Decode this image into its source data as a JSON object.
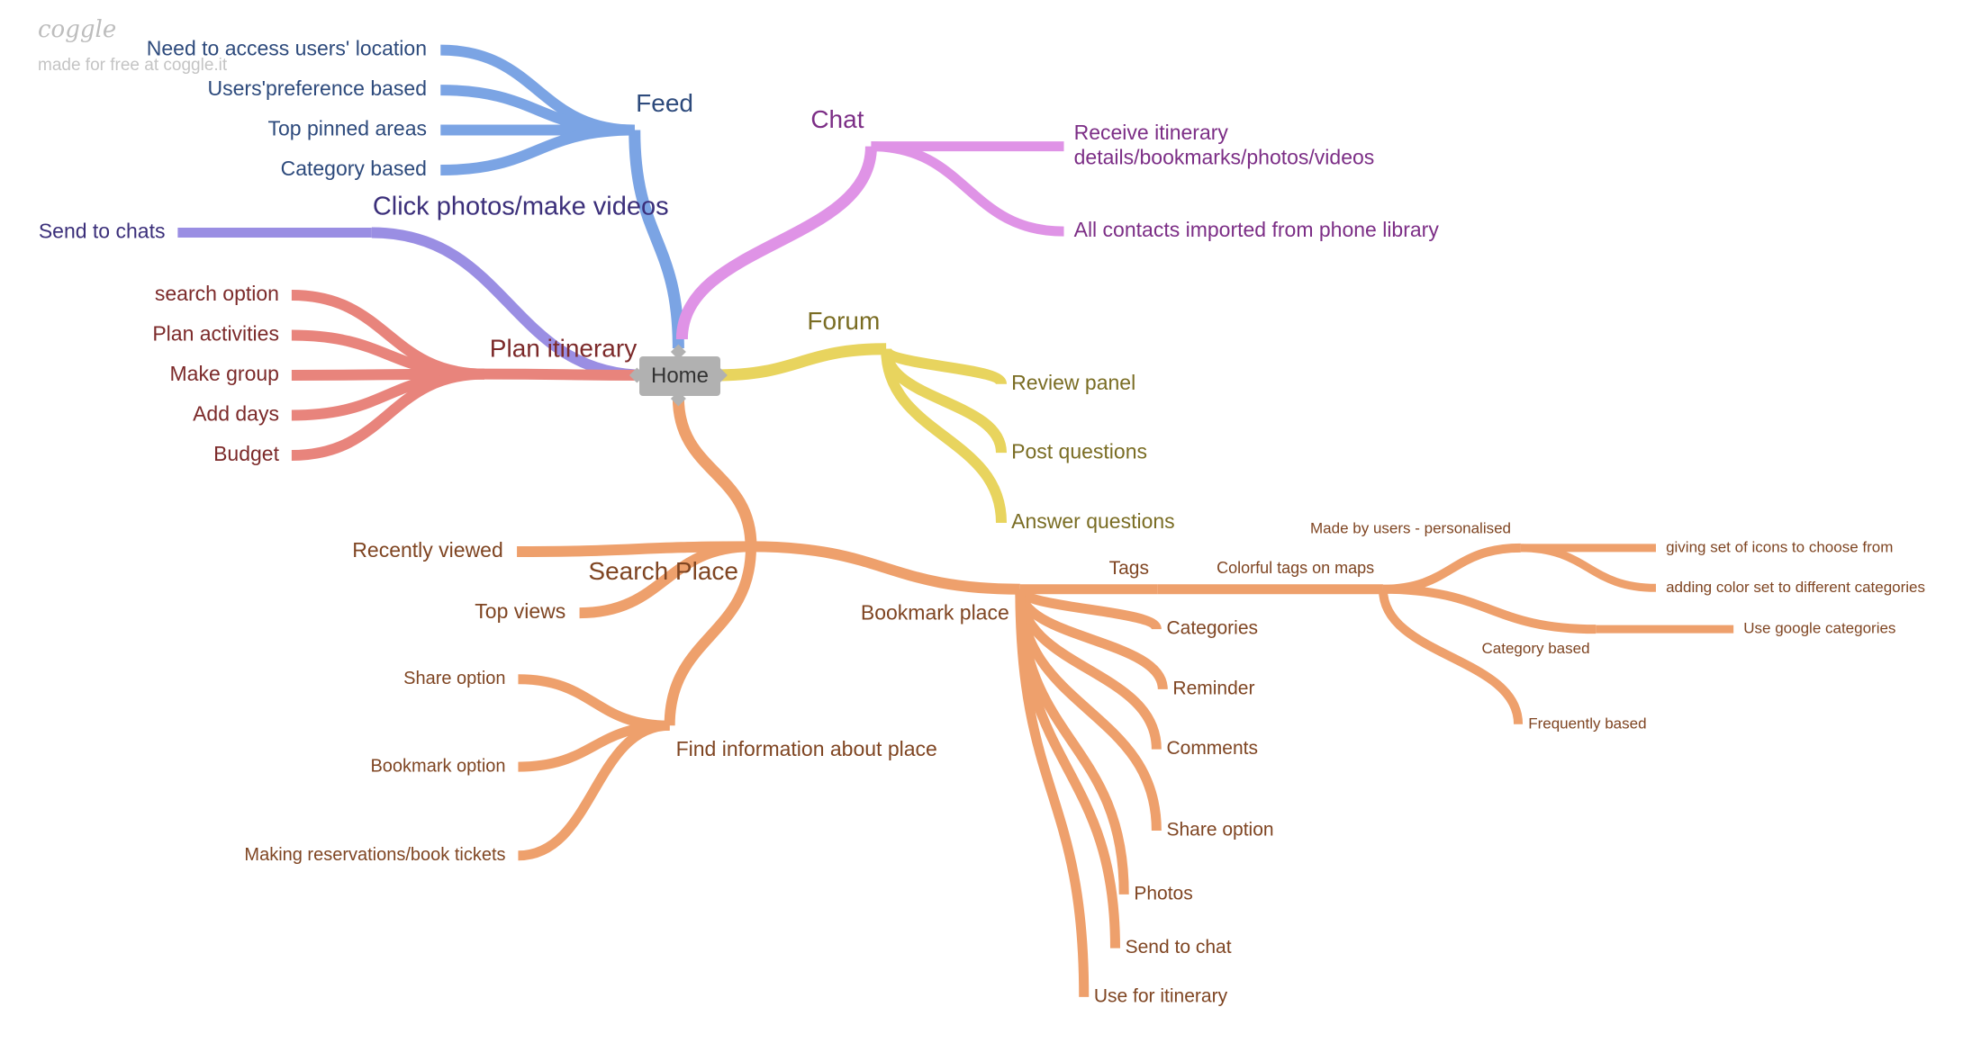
{
  "watermark": {
    "logo": "coggle",
    "text": "made for free at coggle.it"
  },
  "root": {
    "label": "Home",
    "color": "#b1b1b1",
    "text_color": "#333333"
  },
  "branches": {
    "feed": {
      "label": "Feed",
      "color": "#7ba4e4",
      "text_color": "#2d4a7c",
      "children": [
        "Need to access users' location",
        "Users'preference based",
        "Top pinned areas",
        "Category based"
      ]
    },
    "click_photos": {
      "label": "Click photos/make videos",
      "color": "#9a8ee3",
      "text_color": "#3b2f7a",
      "children": [
        "Send to chats"
      ]
    },
    "plan_itinerary": {
      "label": "Plan itinerary",
      "color": "#e8847c",
      "text_color": "#7c2a2a",
      "children": [
        "search option",
        "Plan activities",
        "Make group",
        "Add days",
        "Budget"
      ]
    },
    "chat": {
      "label": "Chat",
      "color": "#df93e6",
      "text_color": "#7c2e86",
      "children": [
        "Receive itinerary details/bookmarks/photos/videos",
        "All contacts imported from phone library"
      ],
      "children_lines": [
        [
          "Receive itinerary",
          "details/bookmarks/photos/videos"
        ],
        [
          "All contacts imported from phone library"
        ]
      ]
    },
    "forum": {
      "label": "Forum",
      "color": "#e8d45e",
      "text_color": "#7a6d24",
      "children": [
        "Review panel",
        "Post questions",
        "Answer questions"
      ]
    },
    "search_place": {
      "label": "Search Place",
      "color": "#eea06c",
      "text_color": "#7f4522",
      "children": [
        "Recently viewed",
        "Top views"
      ],
      "find_info": {
        "label": "Find information about place",
        "children": [
          "Share option",
          "Bookmark option",
          "Making reservations/book tickets"
        ]
      },
      "bookmark_place": {
        "label": "Bookmark place",
        "children": [
          "Categories",
          "Reminder",
          "Comments",
          "Share option",
          "Photos",
          "Send to chat",
          "Use for itinerary"
        ],
        "tags": {
          "label": "Tags",
          "colorful": {
            "label": "Colorful tags on maps",
            "made_by_users": {
              "label": "Made by users - personalised",
              "children": [
                "giving set of icons to choose from",
                "adding color set to different categories"
              ]
            },
            "category_based": {
              "label": "Category based",
              "children": [
                "Use google categories"
              ]
            },
            "frequently_based": {
              "label": "Frequently based"
            }
          }
        }
      }
    }
  }
}
